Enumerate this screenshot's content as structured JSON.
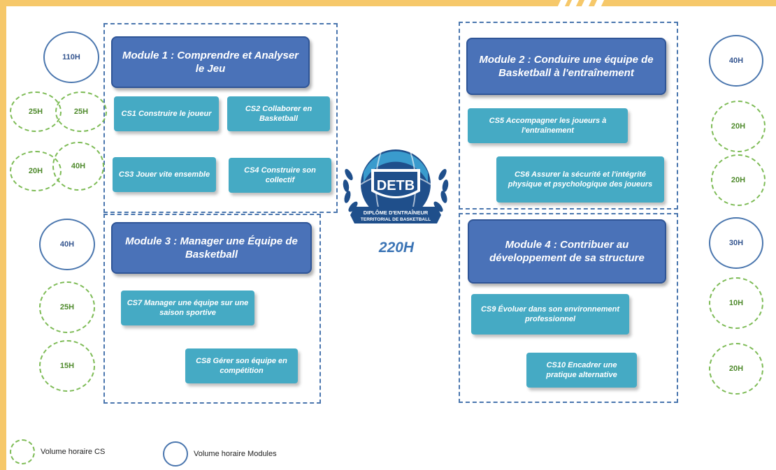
{
  "logo": {
    "text": "DETB",
    "line1": "DIPLÔME D'ENTRAÎNEUR",
    "line2": "TERRITORIAL DE BASKETBALL"
  },
  "total_hours": "220H",
  "colors": {
    "module_title": "#4a72b8",
    "cs_box": "#45aac4",
    "dashed_border": "#4a76ae",
    "cs_circle": "#7dbb55",
    "frame": "#f6c86a"
  },
  "modules": [
    {
      "title": "Module 1 : Comprendre et Analyser le Jeu",
      "hours": "110H",
      "cs": [
        {
          "label": "CS1 Construire le joueur",
          "hours": "25H"
        },
        {
          "label": "CS2 Collaborer en Basketball",
          "hours": "25H"
        },
        {
          "label": "CS3 Jouer vite ensemble",
          "hours": "20H"
        },
        {
          "label": "CS4 Construire son collectif",
          "hours": "40H"
        }
      ]
    },
    {
      "title": "Module 2 : Conduire une équipe de Basketball à l'entraînement",
      "hours": "40H",
      "cs": [
        {
          "label": "CS5 Accompagner les joueurs à l'entraînement",
          "hours": "20H"
        },
        {
          "label": "CS6 Assurer la sécurité et l'intégrité physique et psychologique des joueurs",
          "hours": "20H"
        }
      ]
    },
    {
      "title": "Module 3 : Manager une Équipe de Basketball",
      "hours": "40H",
      "cs": [
        {
          "label": "CS7 Manager une équipe sur une saison sportive",
          "hours": "25H"
        },
        {
          "label": "CS8 Gérer son équipe en compétition",
          "hours": "15H"
        }
      ]
    },
    {
      "title": "Module 4 : Contribuer au développement de sa structure",
      "hours": "30H",
      "cs": [
        {
          "label": "CS9 Évoluer dans son environnement professionnel",
          "hours": "10H"
        },
        {
          "label": "CS10 Encadrer une pratique alternative",
          "hours": "20H"
        }
      ]
    }
  ],
  "legend": {
    "cs": "Volume horaire CS",
    "modules": "Volume horaire Modules"
  }
}
